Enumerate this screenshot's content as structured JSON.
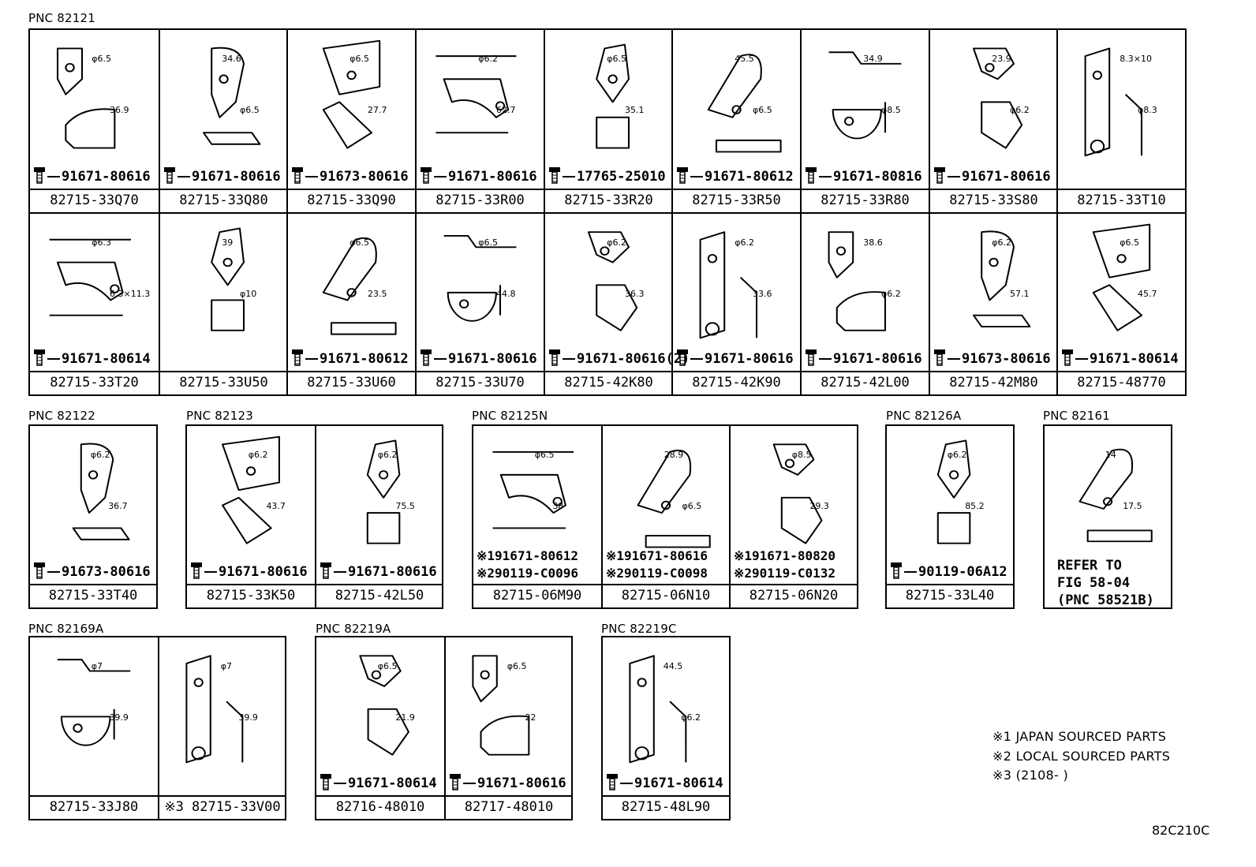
{
  "figure_id": "82C210C",
  "notes": [
    "※1 JAPAN SOURCED PARTS",
    "※2 LOCAL SOURCED PARTS",
    "※3 (2108-      )"
  ],
  "groups": [
    {
      "pnc": "PNC 82121",
      "row1": [
        {
          "part": "82715-33Q70",
          "bolt": "91671-80616",
          "dims": [
            "φ6.5",
            "36.9"
          ]
        },
        {
          "part": "82715-33Q80",
          "bolt": "91671-80616",
          "dims": [
            "34.6",
            "φ6.5"
          ]
        },
        {
          "part": "82715-33Q90",
          "bolt": "91673-80616",
          "dims": [
            "φ6.5",
            "27.7"
          ]
        },
        {
          "part": "82715-33R00",
          "bolt": "91671-80616",
          "dims": [
            "φ6.2",
            "62.7"
          ]
        },
        {
          "part": "82715-33R20",
          "bolt": "17765-25010",
          "dims": [
            "φ6.5",
            "35.1"
          ]
        },
        {
          "part": "82715-33R50",
          "bolt": "91671-80612",
          "dims": [
            "45.5",
            "φ6.5"
          ]
        },
        {
          "part": "82715-33R80",
          "bolt": "91671-80816",
          "dims": [
            "34.9",
            "φ8.5"
          ]
        },
        {
          "part": "82715-33S80",
          "bolt": "91671-80616",
          "dims": [
            "23.9",
            "φ6.2"
          ]
        },
        {
          "part": "82715-33T10",
          "bolt": "",
          "dims": [
            "8.3×10",
            "φ8.3"
          ]
        }
      ],
      "row2": [
        {
          "part": "82715-33T20",
          "bolt": "91671-80614",
          "dims": [
            "φ6.3",
            "6.3×11.3"
          ]
        },
        {
          "part": "82715-33U50",
          "bolt": "",
          "dims": [
            "39",
            "φ10"
          ]
        },
        {
          "part": "82715-33U60",
          "bolt": "91671-80612",
          "dims": [
            "φ6.5",
            "23.5"
          ]
        },
        {
          "part": "82715-33U70",
          "bolt": "91671-80616",
          "dims": [
            "φ6.5",
            "44.8"
          ]
        },
        {
          "part": "82715-42K80",
          "bolt": "91671-80616(2)",
          "dims": [
            "φ6.2",
            "36.3"
          ]
        },
        {
          "part": "82715-42K90",
          "bolt": "91671-80616",
          "dims": [
            "φ6.2",
            "33.6"
          ]
        },
        {
          "part": "82715-42L00",
          "bolt": "91671-80616",
          "dims": [
            "38.6",
            "φ6.2"
          ]
        },
        {
          "part": "82715-42M80",
          "bolt": "91673-80616",
          "dims": [
            "φ6.2",
            "57.1"
          ]
        },
        {
          "part": "82715-48770",
          "bolt": "91671-80614",
          "dims": [
            "φ6.5",
            "45.7"
          ]
        }
      ]
    },
    {
      "pnc": "PNC 82122",
      "cells": [
        {
          "part": "82715-33T40",
          "bolt": "91673-80616",
          "dims": [
            "φ6.2",
            "36.7"
          ]
        }
      ]
    },
    {
      "pnc": "PNC 82123",
      "cells": [
        {
          "part": "82715-33K50",
          "bolt": "91671-80616",
          "dims": [
            "φ6.2",
            "43.7"
          ]
        },
        {
          "part": "82715-42L50",
          "bolt": "91671-80616",
          "dims": [
            "φ6.2",
            "75.5"
          ]
        }
      ]
    },
    {
      "pnc": "PNC 82125N",
      "cells": [
        {
          "part": "82715-06M90",
          "bolt1": "※191671-80612",
          "bolt2": "※290119-C0096",
          "dims": [
            "φ6.5",
            "38"
          ]
        },
        {
          "part": "82715-06N10",
          "bolt1": "※191671-80616",
          "bolt2": "※290119-C0098",
          "dims": [
            "28.9",
            "φ6.5"
          ]
        },
        {
          "part": "82715-06N20",
          "bolt1": "※191671-80820",
          "bolt2": "※290119-C0132",
          "dims": [
            "φ8.5",
            "29.3"
          ]
        }
      ]
    },
    {
      "pnc": "PNC 82126A",
      "cells": [
        {
          "part": "82715-33L40",
          "bolt": "90119-06A12",
          "dims": [
            "φ6.2",
            "85.2"
          ]
        }
      ]
    },
    {
      "pnc": "PNC 82161",
      "cells": [
        {
          "refer": "REFER TO\nFIG 58-04\n(PNC 58521B)",
          "dims": [
            "14",
            "17.5"
          ]
        }
      ]
    },
    {
      "pnc": "PNC 82169A",
      "cells": [
        {
          "part": "82715-33J80",
          "dims": [
            "φ7",
            "39.9"
          ]
        },
        {
          "part": "※3 82715-33V00",
          "dims": [
            "φ7",
            "39.9"
          ]
        }
      ]
    },
    {
      "pnc": "PNC 82219A",
      "cells": [
        {
          "part": "82716-48010",
          "bolt": "91671-80614",
          "dims": [
            "φ6.5",
            "21.9"
          ]
        },
        {
          "part": "82717-48010",
          "bolt": "91671-80616",
          "dims": [
            "φ6.5",
            "22"
          ]
        }
      ]
    },
    {
      "pnc": "PNC 82219C",
      "cells": [
        {
          "part": "82715-48L90",
          "bolt": "91671-80614",
          "dims": [
            "44.5",
            "φ6.2"
          ]
        }
      ]
    }
  ]
}
